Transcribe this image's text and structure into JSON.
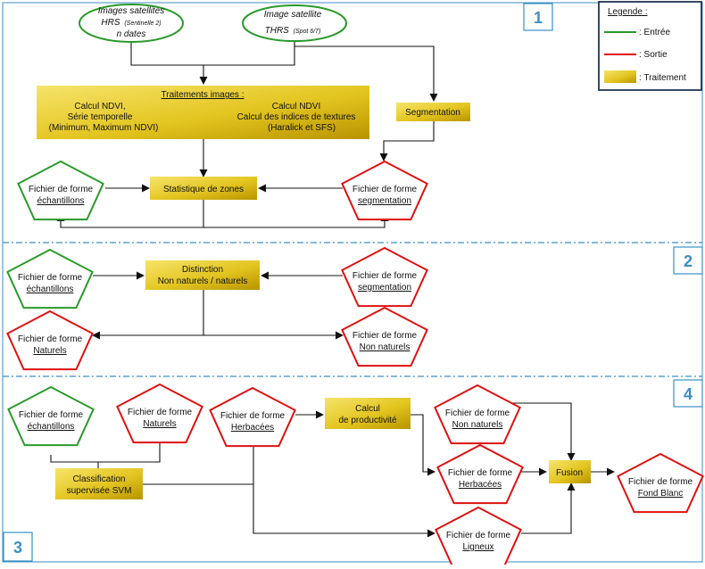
{
  "colors": {
    "input": "#2a9a2a",
    "output": "#e01010",
    "process_light": "#f4e04a",
    "process_dark": "#c9a400",
    "frame": "#3a8fc4",
    "arrow": "#111111"
  },
  "icons": {
    "arrowhead": "arrowhead-icon"
  },
  "legend": {
    "title": "Legende :",
    "entree": ": Entrée",
    "sortie": ": Sortie",
    "traitement": ": Traitement"
  },
  "section_badges": [
    "1",
    "2",
    "4",
    "3"
  ],
  "nodes": {
    "hrs": {
      "l1": "Images satellites",
      "l2": "HRS",
      "l2b": "(Sentinelle 2)",
      "l3": "n dates"
    },
    "thrs": {
      "l1": "Image satellite",
      "l2": "THRS",
      "l2b": "(Spot 6/7)"
    },
    "traitements": {
      "title": "Traitements images :",
      "left": [
        "Calcul NDVI,",
        "Série temporelle",
        "(Minimum, Maximum NDVI)"
      ],
      "right": [
        "Calcul NDVI",
        "Calcul des indices de textures",
        "(Haralick et SFS)"
      ]
    },
    "segmentation_proc": "Segmentation",
    "stat_zones": "Statistique de zones",
    "distinction": [
      "Distinction",
      "Non naturels / naturels"
    ],
    "classification": [
      "Classification",
      "supervisée SVM"
    ],
    "productivite": [
      "Calcul",
      "de productivité"
    ],
    "fusion": "Fusion",
    "shape_prefix": "Fichier de forme",
    "shapes": {
      "ech1": "échantillons",
      "seg1": "segmentation",
      "ech2": "échantillons",
      "seg2": "segmentation",
      "nat2": "Naturels",
      "nonnat2": "Non naturels",
      "ech3": "échantillons",
      "nat3": "Naturels",
      "herb1": "Herbacées",
      "nonnat4": "Non naturels",
      "herb2": "Herbacées",
      "ligneux": "Ligneux",
      "fond": "Fond Blanc"
    }
  }
}
